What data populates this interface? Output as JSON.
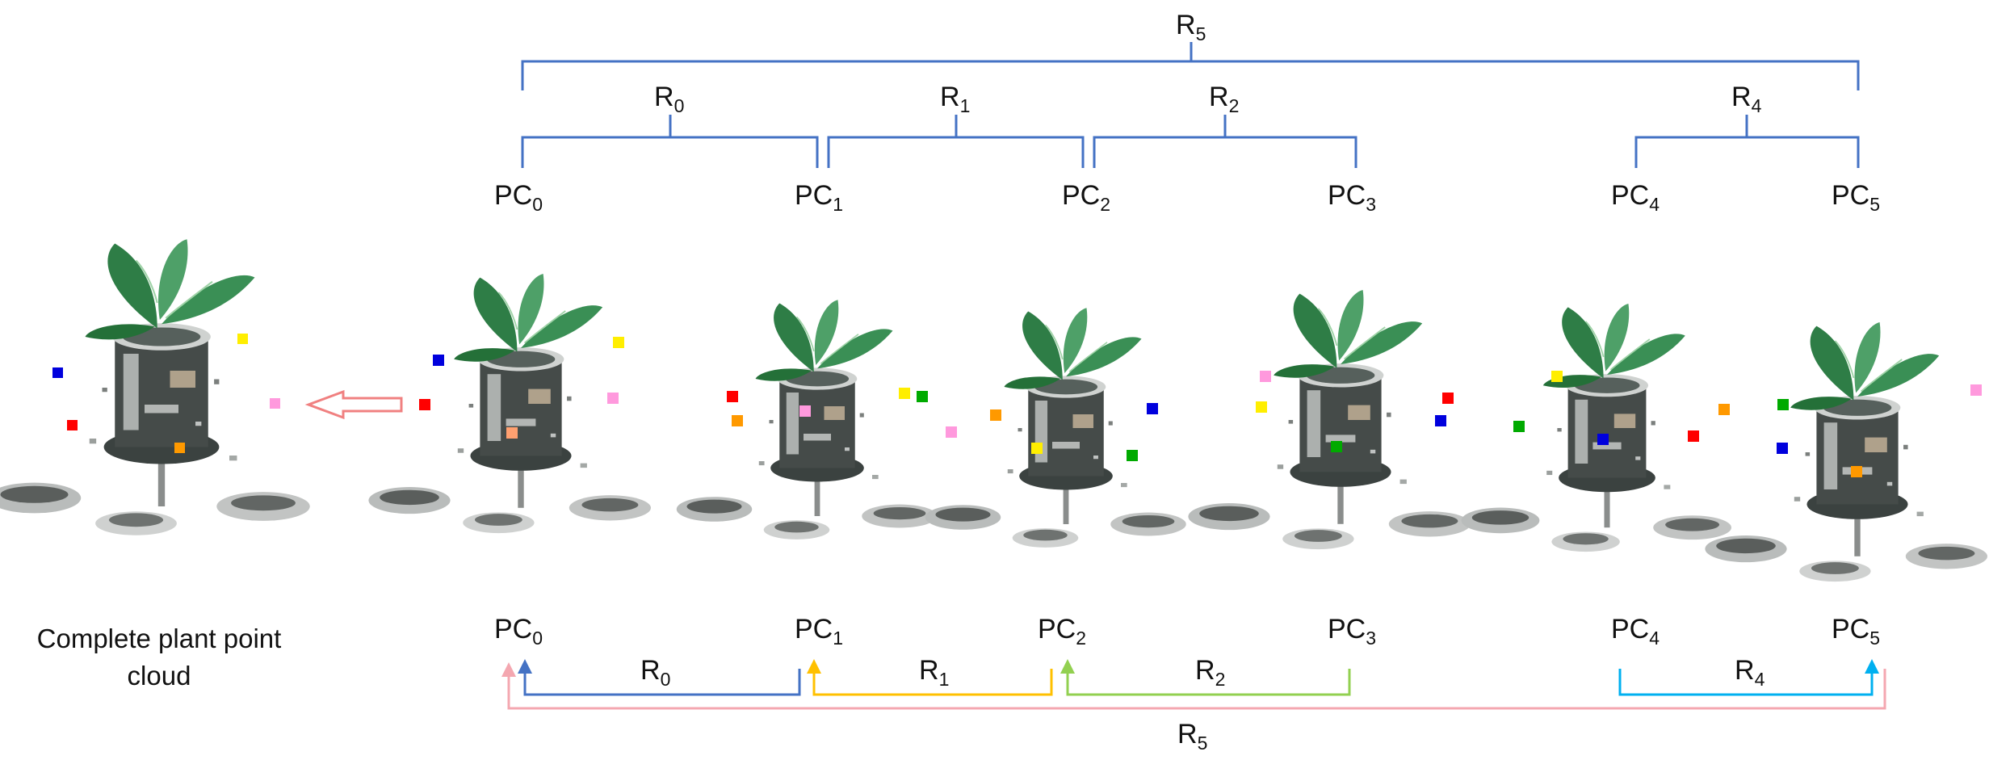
{
  "top_pairs": [
    {
      "id": "R5",
      "label": "R",
      "sub": "5"
    },
    {
      "id": "R0",
      "label": "R",
      "sub": "0"
    },
    {
      "id": "R1",
      "label": "R",
      "sub": "1"
    },
    {
      "id": "R2",
      "label": "R",
      "sub": "2"
    },
    {
      "id": "R4",
      "label": "R",
      "sub": "4"
    }
  ],
  "top_clouds": [
    {
      "id": "PC0",
      "label": "PC",
      "sub": "0"
    },
    {
      "id": "PC1",
      "label": "PC",
      "sub": "1"
    },
    {
      "id": "PC2",
      "label": "PC",
      "sub": "2"
    },
    {
      "id": "PC3",
      "label": "PC",
      "sub": "3"
    },
    {
      "id": "PC4",
      "label": "PC",
      "sub": "4"
    },
    {
      "id": "PC5",
      "label": "PC",
      "sub": "5"
    }
  ],
  "bottom_clouds": [
    {
      "id": "PC0",
      "label": "PC",
      "sub": "0"
    },
    {
      "id": "PC1",
      "label": "PC",
      "sub": "1"
    },
    {
      "id": "PC2",
      "label": "PC",
      "sub": "2"
    },
    {
      "id": "PC3",
      "label": "PC",
      "sub": "3"
    },
    {
      "id": "PC4",
      "label": "PC",
      "sub": "4"
    },
    {
      "id": "PC5",
      "label": "PC",
      "sub": "5"
    }
  ],
  "bottom_transforms": [
    {
      "id": "R0",
      "label": "R",
      "sub": "0",
      "color": "#4472c4"
    },
    {
      "id": "R1",
      "label": "R",
      "sub": "1",
      "color": "#ffc000"
    },
    {
      "id": "R2",
      "label": "R",
      "sub": "2",
      "color": "#92d050"
    },
    {
      "id": "R4",
      "label": "R",
      "sub": "4",
      "color": "#00b0f0"
    },
    {
      "id": "R5",
      "label": "R",
      "sub": "5",
      "color": "#f4a7b0"
    }
  ],
  "caption": {
    "line1": "Complete plant point",
    "line2": "cloud"
  },
  "colors": {
    "tree_line": "#4472c4",
    "hollow_arrow": "#f08080",
    "marker_colors": [
      "#ff0000",
      "#0000dd",
      "#ffee00",
      "#ff99dd",
      "#ff9900",
      "#00aa00"
    ]
  }
}
